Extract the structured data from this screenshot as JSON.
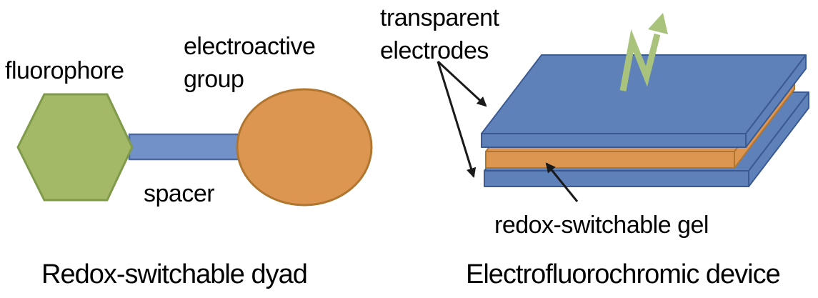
{
  "diagram": {
    "left": {
      "caption": "Redox-switchable dyad",
      "fluorophore_label": "fluorophore",
      "electroactive_label": "electroactive\ngroup",
      "spacer_label": "spacer"
    },
    "right": {
      "caption": "Electrofluorochromic device",
      "electrodes_label": "transparent\nelectrodes",
      "gel_label": "redox-switchable gel"
    },
    "icons": {
      "emission_arrow": "green-zigzag-emission-arrow",
      "pointer_arrows": "black-annotation-arrow"
    },
    "colors": {
      "background": "#ffffff",
      "text": "#000000",
      "fluorophore_green": "#a4b967",
      "fluorophore_green_border": "#7e9a4a",
      "spacer_blue": "#7191c8",
      "spacer_blue_border": "#4b69a3",
      "electroactive_orange": "#dd9552",
      "electroactive_orange_border": "#b0762f",
      "electrode_blue": "#5e81ba",
      "electrode_blue_border": "#3b5a92",
      "gel_orange": "#dd9552",
      "gel_orange_border": "#b0762f",
      "emission_arrow_green": "#a9c37c",
      "label_arrow_black": "#1a1a1a"
    }
  }
}
